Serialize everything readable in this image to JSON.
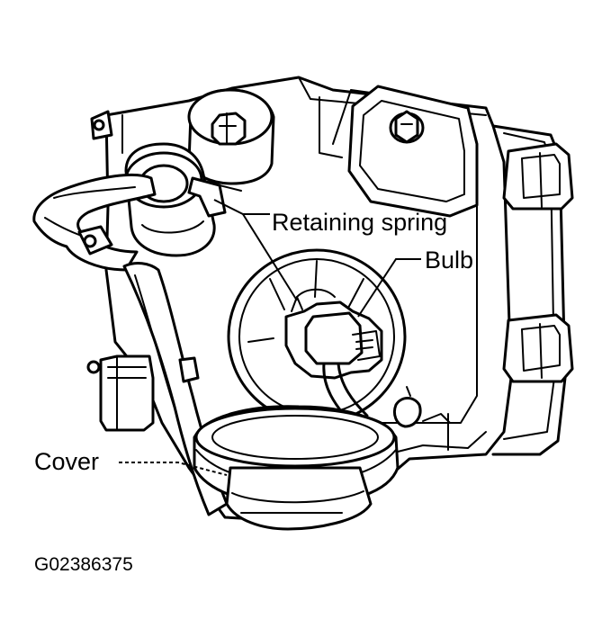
{
  "labels": {
    "retaining_spring": "Retaining spring",
    "bulb": "Bulb",
    "cover": "Cover"
  },
  "figure_code": "G02386375",
  "colors": {
    "ink": "#000000",
    "background": "#ffffff"
  }
}
